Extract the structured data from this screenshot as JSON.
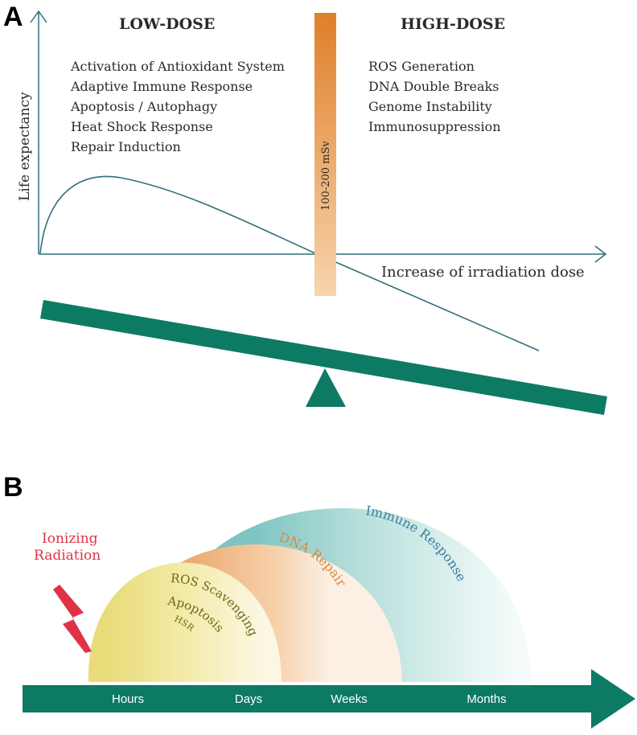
{
  "colors": {
    "axis": "#2f6f7a",
    "teal": "#0d7a64",
    "orange": "#e8913f",
    "red": "#e03246",
    "text": "#2a2a2a",
    "yellow_text": "#6c6a18",
    "orange_text": "#d9883a",
    "blue_text": "#3c7ea4"
  },
  "panel_a": {
    "label": "A",
    "low_title": "LOW-DOSE",
    "high_title": "HIGH-DOSE",
    "low_items": [
      "Activation of Antioxidant System",
      "Adaptive Immune Response",
      "Apoptosis / Autophagy",
      "Heat Shock Response",
      "Repair Induction"
    ],
    "high_items": [
      "ROS Generation",
      "DNA Double Breaks",
      "Genome Instability",
      "Immunosuppression"
    ],
    "y_axis_label": "Life expectancy",
    "x_axis_label": "Increase of irradiation dose",
    "threshold_label": "100-200 mSv"
  },
  "panel_b": {
    "label": "B",
    "trigger": [
      "Ionizing",
      "Radiation"
    ],
    "arc_inner": [
      "ROS Scavenging",
      "Apoptosis",
      "HSR"
    ],
    "arc_middle": "DNA Repair",
    "arc_outer": "Immune Response",
    "timeline": [
      "Hours",
      "Days",
      "Weeks",
      "Months"
    ]
  }
}
